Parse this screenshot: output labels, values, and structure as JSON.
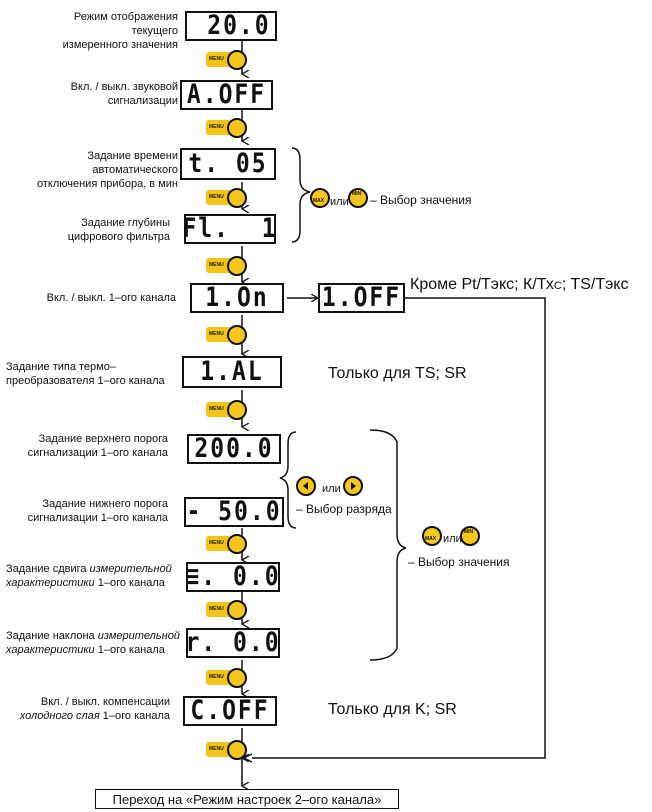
{
  "labels": {
    "l1": [
      "Режим отображения текущего",
      "измеренного значения"
    ],
    "l2": [
      "Вкл. / выкл. звуковой",
      "сигнализации"
    ],
    "l3": [
      "Задание времени автоматического",
      "отключения прибора, в мин"
    ],
    "l4": [
      "Задание глубины",
      "цифрового фильтра"
    ],
    "l5": [
      "Вкл. / выкл. 1–ого канала"
    ],
    "l6": [
      "Задание типа термо–",
      "преобразователя  1–ого канала"
    ],
    "l7": [
      "Задание верхнего порога",
      "сигнализации 1–ого канала"
    ],
    "l8": [
      "Задание нижнего порога",
      "сигнализации 1–ого канала"
    ],
    "l9a": "Задание сдвига ",
    "l9b": "измерительной",
    "l9c": "характеристики",
    "l9d": " 1–ого канала",
    "l10a": "Задание наклона ",
    "l10b": "измерительной",
    "l10c": "характеристики",
    "l10d": " 1–ого канала",
    "l11a": "Вкл. / выкл. компенсации",
    "l11b": "холодного слая",
    "l11c": " 1–ого канала"
  },
  "displays": {
    "d1": " 20.0",
    "d2": "A.OFF",
    "d3": "t. 05",
    "d4": "Fl.  1",
    "d5": "1.On",
    "d5b": "1.OFF",
    "d6": "1.AL",
    "d7": "200.0",
    "d8": "- 50.0",
    "d9": "≡. 0.0",
    "d10": "r. 0.0",
    "d11": "C.OFF"
  },
  "menu_label": "MENU",
  "notes": {
    "except_a": "Кроме Pt/Тэкс;  К/Тх",
    "except_sub": "C",
    "except_b": "; TS/Тэкс",
    "only_ts": "Только для  TS; SR",
    "only_k": "Только для K; SR"
  },
  "selectors": {
    "max": "MAX",
    "min": "MIN",
    "or": "или",
    "value_choice": "– Выбор значения",
    "digit_choice": "– Выбор разряда"
  },
  "bottom": "Переход на «Режим настроек 2–ого канала»",
  "colors": {
    "menu_yellow": "#f2c416",
    "button_yellow": "#f5c71a"
  }
}
